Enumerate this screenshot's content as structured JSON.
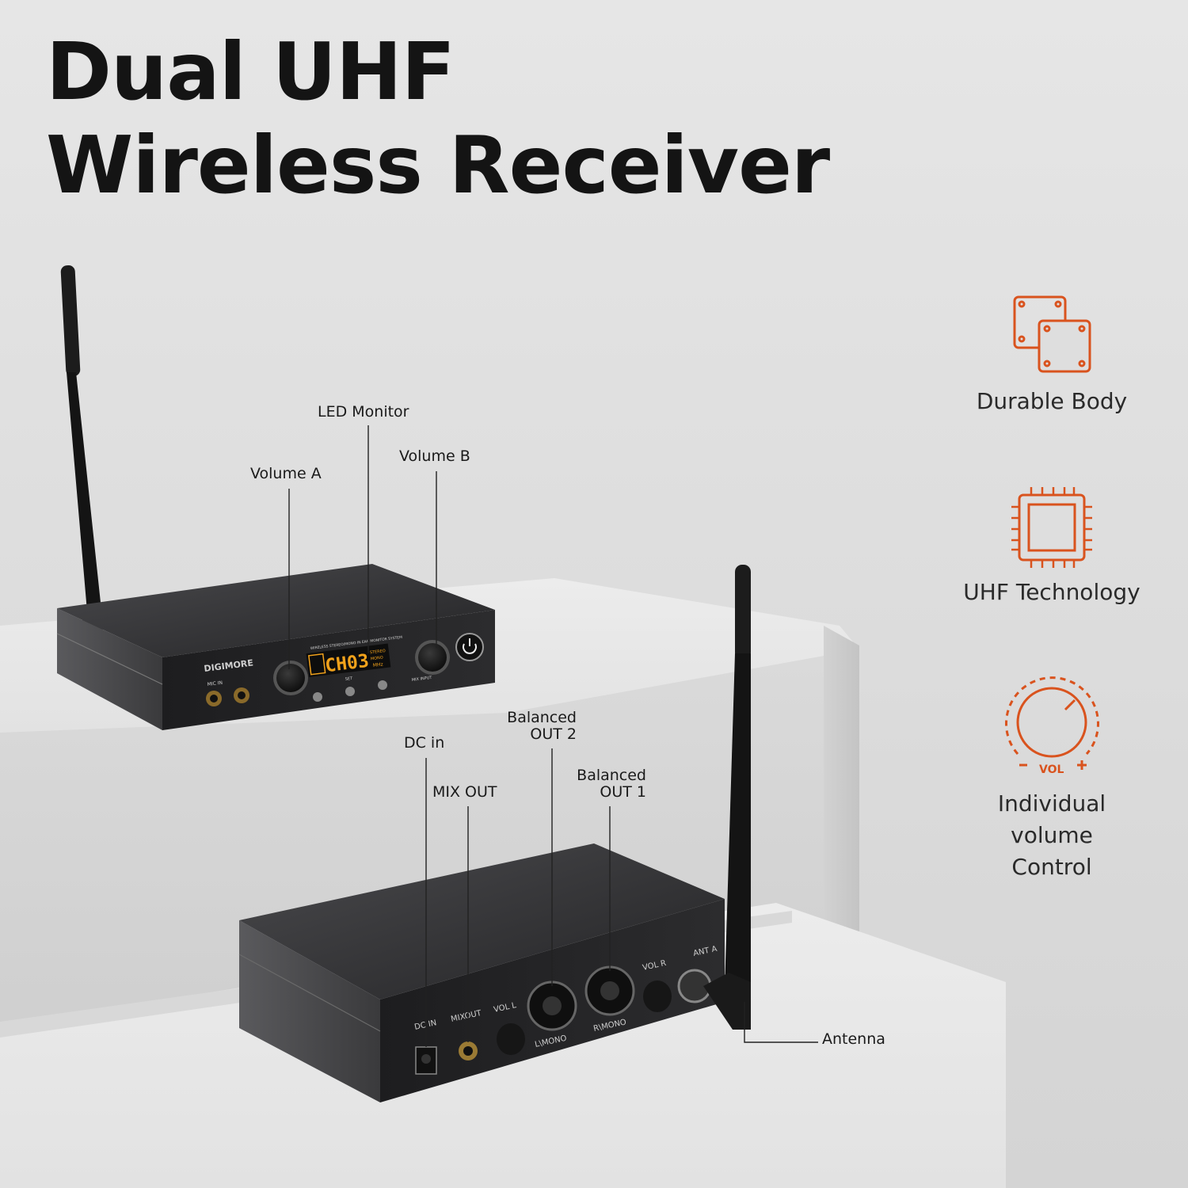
{
  "headline": {
    "line1": "Dual UHF",
    "line2": "Wireless Receiver"
  },
  "front_callouts": {
    "led_monitor": "LED Monitor",
    "volume_a": "Volume A",
    "volume_b": "Volume B"
  },
  "rear_callouts": {
    "dc_in": "DC in",
    "mix_out": "MIX OUT",
    "balanced_out_2": [
      "Balanced",
      "OUT 2"
    ],
    "balanced_out_1": [
      "Balanced",
      "OUT 1"
    ],
    "antenna": "Antenna"
  },
  "features": [
    {
      "icon": "durable-body-icon",
      "label": "Durable Body"
    },
    {
      "icon": "chip-icon",
      "label": "UHF Technology"
    },
    {
      "icon": "volume-knob-icon",
      "label": "Individual volume Control",
      "lines": [
        "Individual",
        "volume",
        "Control"
      ],
      "icon_text": "VOL"
    }
  ],
  "device_front": {
    "brand": "DIGIMORE",
    "system_text": "WIRELESS STEREO/MONO IN EAR MONITOR SYSTEM",
    "display_channel": "CH03",
    "display_modes": [
      "STEREO",
      "MONO"
    ],
    "display_unit": "MHz",
    "labels": {
      "mic_in": "MIC IN",
      "set": "SET",
      "mix_input": "MIX INPUT"
    }
  },
  "device_rear": {
    "labels": {
      "dc_in": "DC IN",
      "mix_out": "MIXOUT",
      "vol_l": "VOL L",
      "l_mono": "L\\MONO",
      "r_mono": "R\\MONO",
      "vol_r": "VOL R",
      "ant_a": "ANT A"
    }
  },
  "colors": {
    "accent": "#d9531e",
    "text": "#141414",
    "device": "#2a2a2c",
    "display": "#f2a21b"
  }
}
